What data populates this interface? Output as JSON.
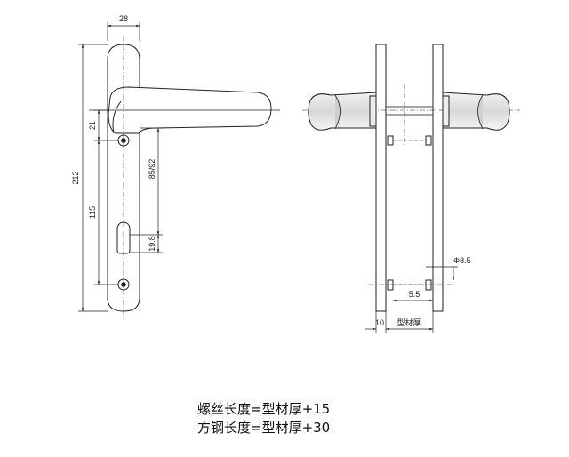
{
  "dimensions": {
    "width": "28",
    "top_to_hole": "21",
    "overall_height": "212",
    "hole_spacing": "115",
    "backset": "85/92",
    "cylinder": "19.8",
    "diameter": "Φ8.5",
    "offset": "5.5",
    "thickness": "10",
    "profile_thickness": "型材厚"
  },
  "notes": {
    "screw_length": "螺丝长度=型材厚+15",
    "spindle_length": "方钢长度=型材厚+30"
  },
  "colors": {
    "line": "#222222",
    "handle_fill": "#e4e4e4",
    "handle_shade": "#bdbdbd"
  }
}
